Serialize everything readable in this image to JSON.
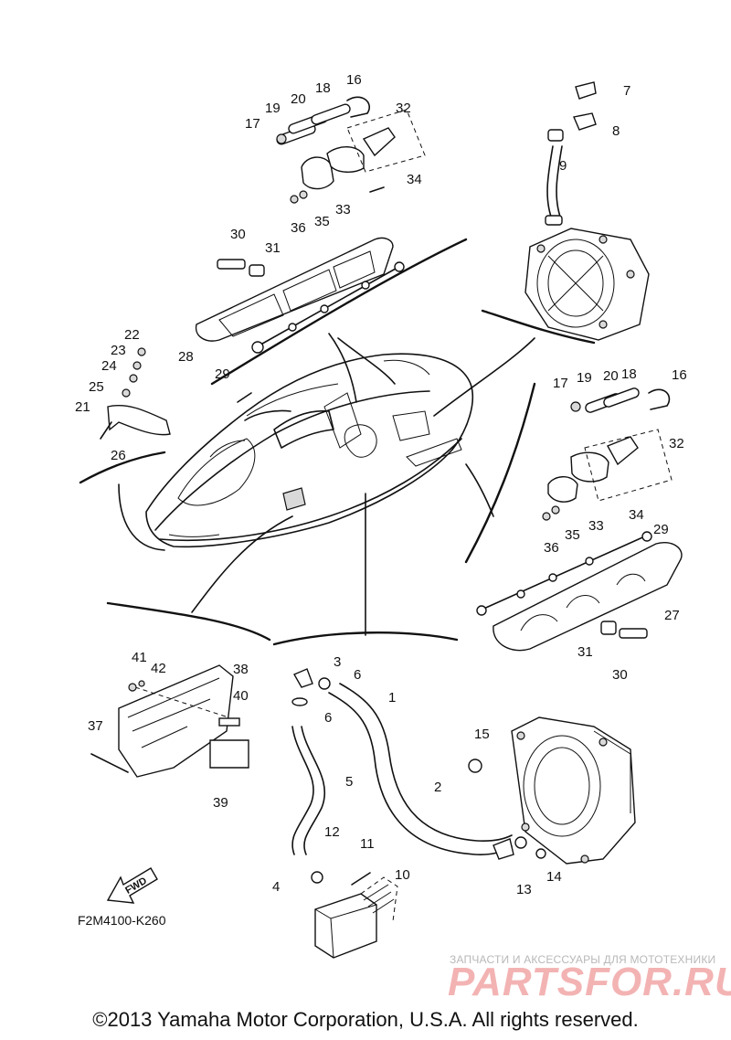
{
  "diagram": {
    "drawing_code": "F2M4100-K260",
    "fwd_label": "FWD",
    "callouts": [
      "1",
      "2",
      "3",
      "4",
      "5",
      "6",
      "6",
      "7",
      "8",
      "9",
      "10",
      "11",
      "12",
      "13",
      "14",
      "15",
      "16",
      "16",
      "17",
      "17",
      "18",
      "18",
      "19",
      "19",
      "20",
      "20",
      "21",
      "22",
      "23",
      "24",
      "25",
      "26",
      "27",
      "28",
      "29",
      "29",
      "30",
      "30",
      "31",
      "31",
      "32",
      "32",
      "33",
      "33",
      "34",
      "34",
      "35",
      "35",
      "36",
      "36",
      "37",
      "38",
      "39",
      "40",
      "41",
      "42"
    ]
  },
  "watermark": {
    "subtitle": "ЗАПЧАСТИ И АКСЕССУАРЫ ДЛЯ МОТОТЕХНИКИ",
    "brand": "PARTSFOR.RU"
  },
  "copyright": "©2013 Yamaha Motor Corporation, U.S.A. All rights reserved.",
  "colors": {
    "line": "#111111",
    "watermark_brand": "#f3b3b3",
    "watermark_text": "#b8b8b8"
  }
}
